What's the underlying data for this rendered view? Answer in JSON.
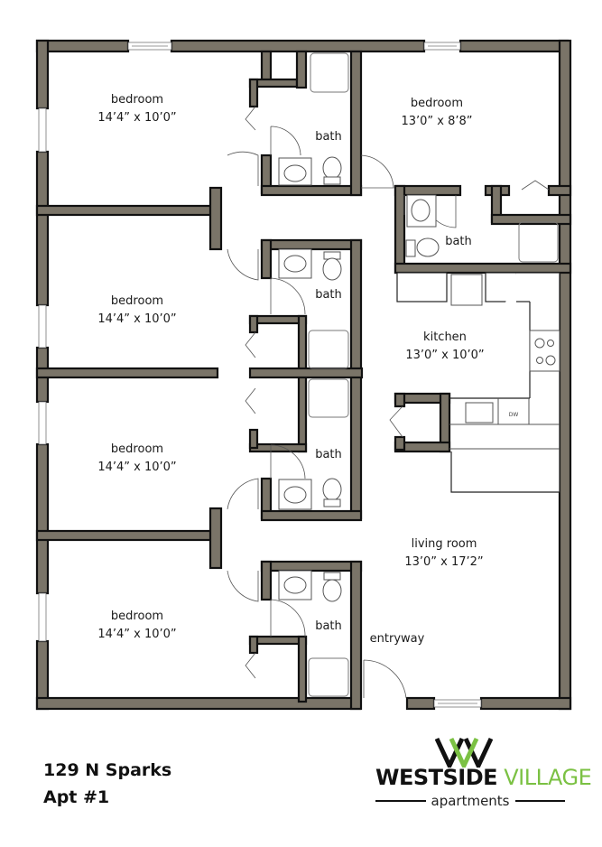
{
  "plan": {
    "rooms": [
      {
        "id": "bedroom-1",
        "name": "bedroom",
        "size": "14’4” x 10’0”"
      },
      {
        "id": "bedroom-2",
        "name": "bedroom",
        "size": "13’0” x 8’8”"
      },
      {
        "id": "bedroom-3",
        "name": "bedroom",
        "size": "14’4” x 10’0”"
      },
      {
        "id": "bedroom-4",
        "name": "bedroom",
        "size": "14’4” x 10’0”"
      },
      {
        "id": "bedroom-5",
        "name": "bedroom",
        "size": "14’4” x 10’0”"
      },
      {
        "id": "kitchen",
        "name": "kitchen",
        "size": "13’0” x 10’0”"
      },
      {
        "id": "living-room",
        "name": "living room",
        "size": "13’0” x 17’2”"
      }
    ],
    "baths": [
      "bath",
      "bath",
      "bath",
      "bath",
      "bath"
    ],
    "entryway": "entryway",
    "appliance_label": "DW"
  },
  "address": {
    "street": "129 N Sparks",
    "unit": "Apt #1"
  },
  "logo": {
    "word1": "WESTSIDE",
    "word2": "VILLAGE",
    "tagline": "apartments",
    "colors": {
      "dark": "#111111",
      "green": "#7bc143"
    }
  },
  "colors": {
    "wall": "#7a7468",
    "outline": "#111111"
  }
}
